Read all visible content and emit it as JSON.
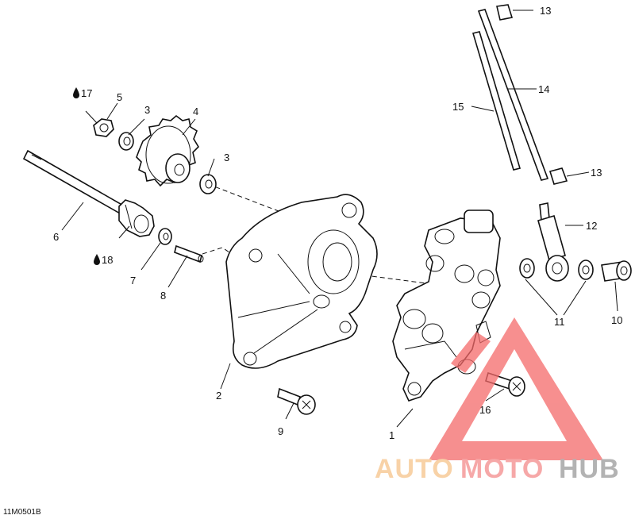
{
  "diagram": {
    "callouts": {
      "c1": "1",
      "c2": "2",
      "c3a": "3",
      "c3b": "3",
      "c4": "4",
      "c5": "5",
      "c6": "6",
      "c7": "7",
      "c8": "8",
      "c9": "9",
      "c10": "10",
      "c11": "11",
      "c12": "12",
      "c13a": "13",
      "c13b": "13",
      "c14": "14",
      "c15": "15",
      "c16": "16",
      "c17": "17",
      "c18": "18"
    },
    "reference_code": "11M0501B"
  },
  "watermark": {
    "word_auto": "AUTO",
    "word_moto": "MOTO",
    "word_hub": "HUB",
    "colors": {
      "auto": "#f6c48a",
      "moto": "#f48c8c",
      "hub": "#9a9a9a",
      "triangle": "#f46a6a"
    }
  }
}
